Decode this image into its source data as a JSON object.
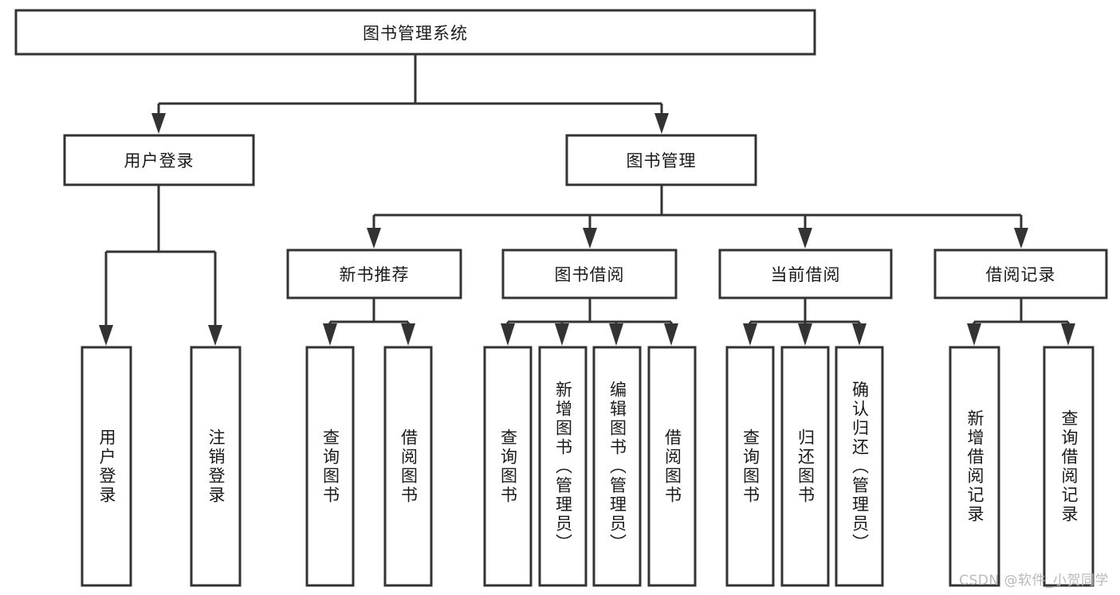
{
  "diagram": {
    "type": "tree-hierarchy",
    "title": "图书管理系统",
    "watermark": "CSDN @软件_小贺同学",
    "colors": {
      "stroke": "#333333",
      "fill": "#ffffff",
      "text": "#1a1a1a",
      "watermark": "#b9b9b9",
      "background": "#ffffff"
    },
    "levels": {
      "root": {
        "label": "图书管理系统",
        "orientation": "horizontal"
      },
      "level1": [
        {
          "label": "用户登录",
          "orientation": "horizontal"
        },
        {
          "label": "图书管理",
          "orientation": "horizontal"
        }
      ],
      "level2": [
        {
          "label": "新书推荐",
          "orientation": "horizontal",
          "parent": "图书管理"
        },
        {
          "label": "图书借阅",
          "orientation": "horizontal",
          "parent": "图书管理"
        },
        {
          "label": "当前借阅",
          "orientation": "horizontal",
          "parent": "图书管理"
        },
        {
          "label": "借阅记录",
          "orientation": "horizontal",
          "parent": "图书管理"
        }
      ],
      "leaves": [
        {
          "label": "用户登录",
          "orientation": "vertical",
          "parent": "用户登录"
        },
        {
          "label": "注销登录",
          "orientation": "vertical",
          "parent": "用户登录"
        },
        {
          "label": "查询图书",
          "orientation": "vertical",
          "parent": "新书推荐"
        },
        {
          "label": "借阅图书",
          "orientation": "vertical",
          "parent": "新书推荐"
        },
        {
          "label": "查询图书",
          "orientation": "vertical",
          "parent": "图书借阅"
        },
        {
          "label": "新增图书（管理员）",
          "orientation": "vertical",
          "parent": "图书借阅"
        },
        {
          "label": "编辑图书（管理员）",
          "orientation": "vertical",
          "parent": "图书借阅"
        },
        {
          "label": "借阅图书",
          "orientation": "vertical",
          "parent": "图书借阅"
        },
        {
          "label": "查询图书",
          "orientation": "vertical",
          "parent": "当前借阅"
        },
        {
          "label": "归还图书",
          "orientation": "vertical",
          "parent": "当前借阅"
        },
        {
          "label": "确认归还（管理员）",
          "orientation": "vertical",
          "parent": "当前借阅"
        },
        {
          "label": "新增借阅记录",
          "orientation": "vertical",
          "parent": "借阅记录"
        },
        {
          "label": "查询借阅记录",
          "orientation": "vertical",
          "parent": "借阅记录"
        }
      ]
    }
  }
}
